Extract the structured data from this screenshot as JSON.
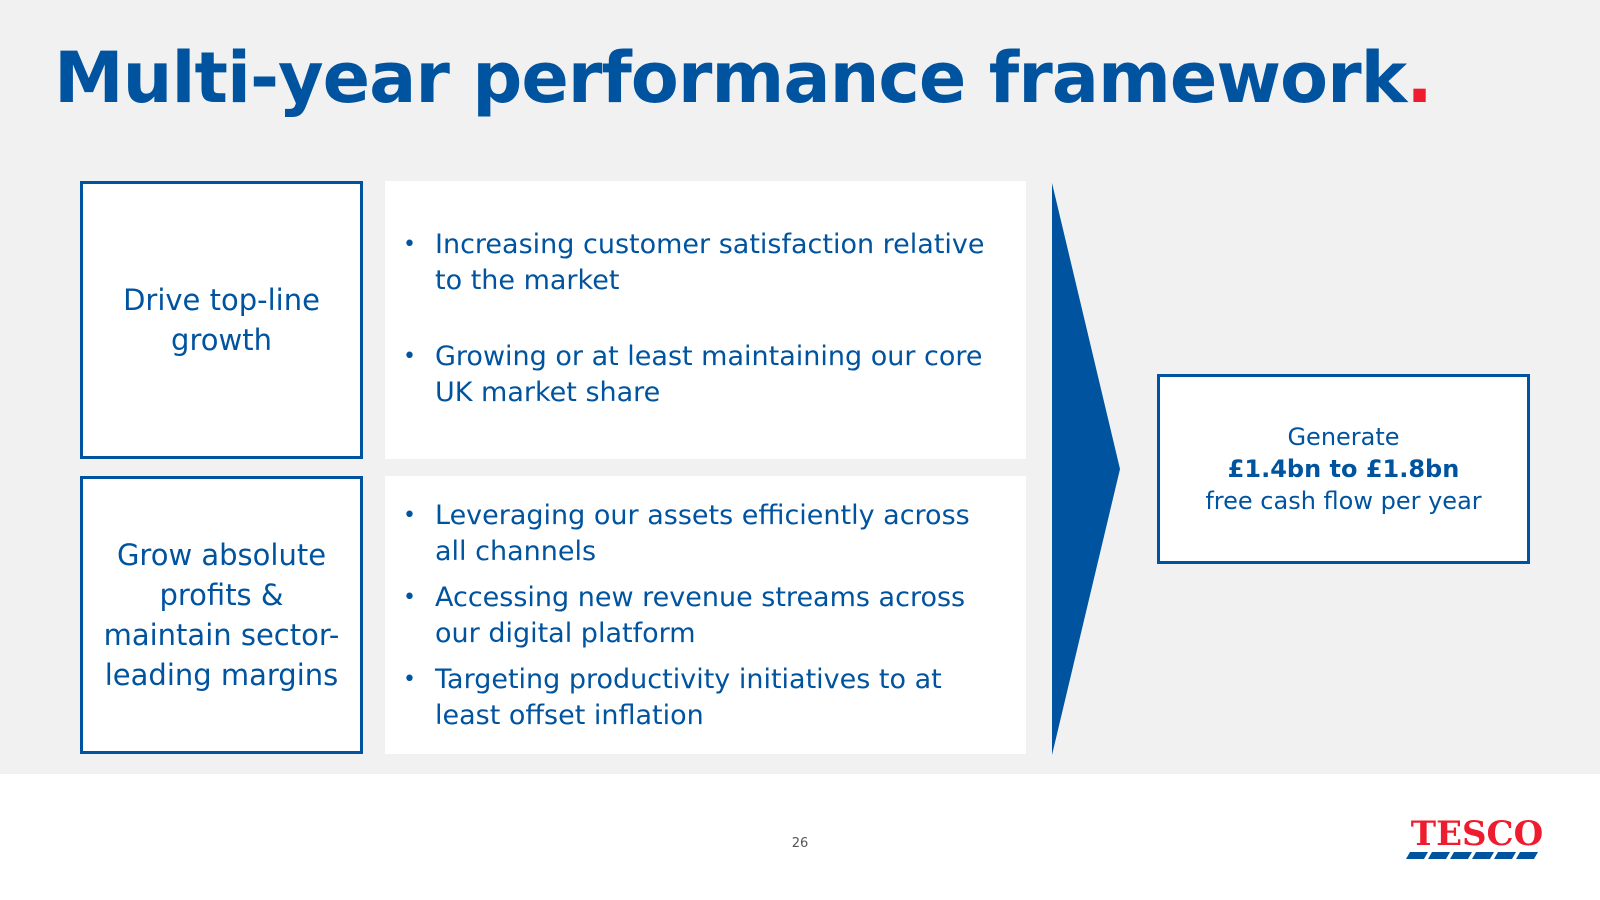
{
  "slide": {
    "title": "Multi-year performance framework",
    "title_punct": "."
  },
  "pillars": [
    {
      "label": "Drive top-line growth",
      "bullets": [
        "Increasing customer satisfaction relative to the market",
        "Growing or at least maintaining our core UK market share"
      ]
    },
    {
      "label": "Grow absolute profits & maintain sector-leading margins",
      "bullets": [
        "Leveraging our assets efficiently across all channels",
        "Accessing new revenue streams across our digital platform",
        "Targeting productivity initiatives to at least offset inflation"
      ]
    }
  ],
  "bullet_glyph": "•",
  "outcome": {
    "line1": "Generate",
    "line2": "£1.4bn to £1.8bn",
    "line3": "free cash flow per year"
  },
  "footer": {
    "page_number": "26",
    "logo_text": "TESCO"
  },
  "colors": {
    "brand_blue": "#00539f",
    "brand_red": "#ee1c2e",
    "background_grey": "#f1f1f1"
  },
  "icons": {
    "arrow": "chevron-right-arrow",
    "logo": "tesco-logo"
  }
}
